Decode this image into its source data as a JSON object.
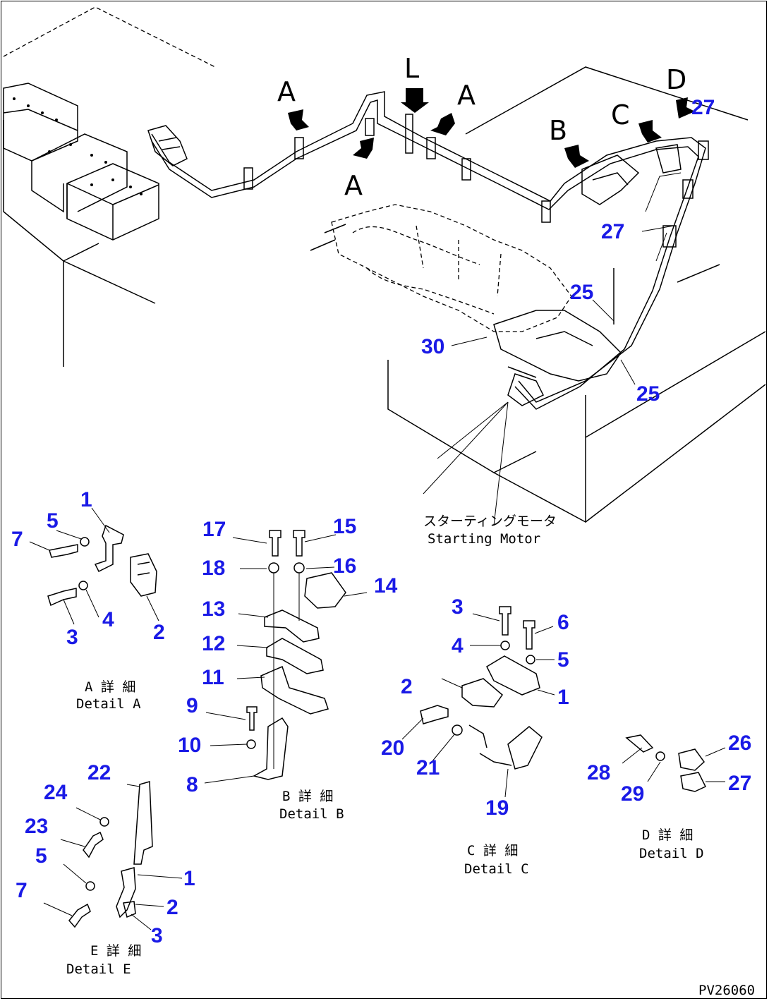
{
  "arrow_labels": {
    "a1": "A",
    "a2": "A",
    "a3": "A",
    "l": "L",
    "b": "B",
    "c": "C",
    "d": "D"
  },
  "callouts": {
    "top_27a": "27",
    "top_27b": "27",
    "top_25a": "25",
    "top_25b": "25",
    "top_30": "30",
    "a_1": "1",
    "a_5": "5",
    "a_7": "7",
    "a_3": "3",
    "a_4": "4",
    "a_2": "2",
    "b_17": "17",
    "b_15": "15",
    "b_18": "18",
    "b_16": "16",
    "b_14": "14",
    "b_13": "13",
    "b_12": "12",
    "b_11": "11",
    "b_9": "9",
    "b_10": "10",
    "b_8": "8",
    "c_3": "3",
    "c_6": "6",
    "c_4": "4",
    "c_5": "5",
    "c_2": "2",
    "c_1": "1",
    "c_20": "20",
    "c_21": "21",
    "c_19": "19",
    "d_26": "26",
    "d_28": "28",
    "d_29": "29",
    "d_27": "27",
    "e_22": "22",
    "e_24": "24",
    "e_23": "23",
    "e_5": "5",
    "e_1": "1",
    "e_7": "7",
    "e_2": "2",
    "e_3": "3"
  },
  "captions": {
    "starting_motor_jp": "スターティングモータ",
    "starting_motor_en": "Starting Motor",
    "detail_a_jp": "A 詳 細",
    "detail_a_en": "Detail A",
    "detail_b_jp": "B 詳 細",
    "detail_b_en": "Detail B",
    "detail_c_jp": "C 詳 細",
    "detail_c_en": "Detail C",
    "detail_d_jp": "D 詳 細",
    "detail_d_en": "Detail D",
    "detail_e_jp": "E 詳 細",
    "detail_e_en": "Detail E"
  },
  "drawing_code": "PV26060",
  "colors": {
    "callout": "#1a1ae6",
    "line": "#000000",
    "background": "#ffffff"
  }
}
